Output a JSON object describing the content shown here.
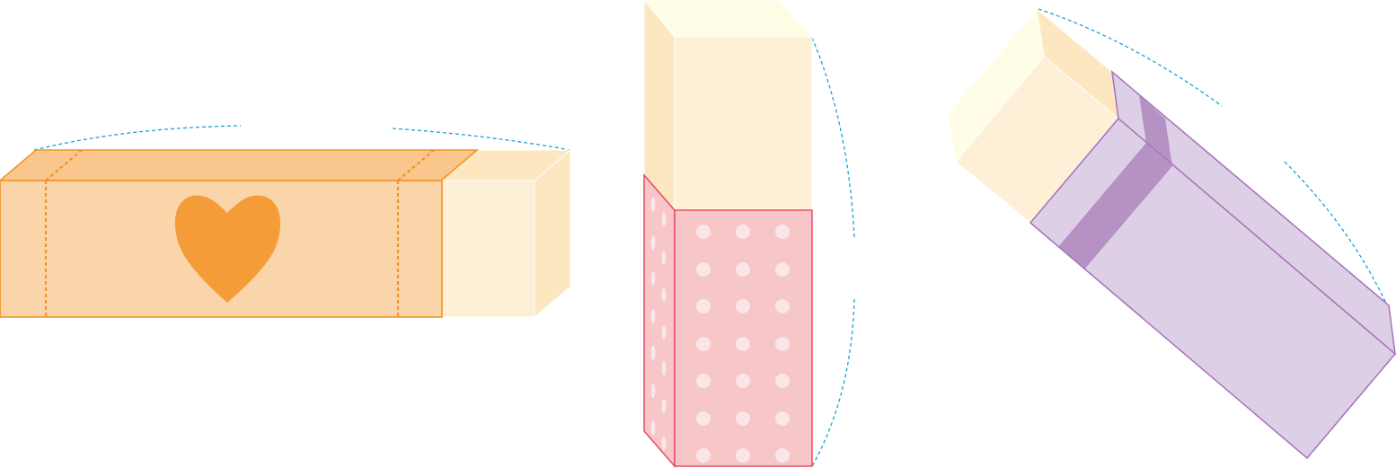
{
  "colors": {
    "background": "#ffffff",
    "cream_front": "#fdf0d6",
    "cream_side": "#fde7c1",
    "cream_top": "#fffde6",
    "orange_sleeve_front": "#fbd5aa",
    "orange_sleeve_top": "#f9c78e",
    "orange_line": "#f39426",
    "heart": "#f49d38",
    "pink_sleeve_front": "#f6c6c9",
    "pink_line": "#e5445e",
    "pink_dot": "#fbe6e7",
    "purple_sleeve_front": "#ddd0e6",
    "purple_band": "#b591c4",
    "purple_line": "#a974bd",
    "guide_line": "#1aa3d8"
  },
  "figures": [
    {
      "name": "horizontal-box-with-heart-sleeve",
      "sleeve_pattern": "heart-icon"
    },
    {
      "name": "vertical-box-with-dotted-sleeve",
      "sleeve_pattern": "dots"
    },
    {
      "name": "tilted-box-with-banded-sleeve",
      "sleeve_pattern": "band"
    }
  ]
}
